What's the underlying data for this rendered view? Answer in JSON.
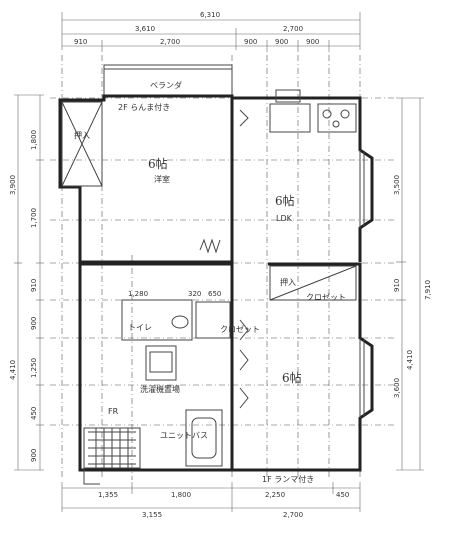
{
  "dimensions": {
    "top_total": "6,310",
    "top_row2": [
      "3,610",
      "2,700"
    ],
    "top_row3": [
      "910",
      "2,700",
      "900",
      "900",
      "900"
    ],
    "left_v": [
      "1,800",
      "3,900",
      "1,700",
      "910",
      "900",
      "4,410",
      "1,250",
      "450",
      "900"
    ],
    "right_v": [
      "3,500",
      "910",
      "7,910",
      "4,410",
      "3,600"
    ],
    "interior": [
      "1,280",
      "320",
      "650"
    ],
    "bottom_row1": [
      "1,355",
      "1,800",
      "2,250",
      "450"
    ],
    "bottom_row2": [
      "3,155",
      "2,700"
    ]
  },
  "labels": {
    "veranda": "ベランダ",
    "second_floor_note": "2F らんま付き",
    "oshiire_top": "押入",
    "room2_size": "6帖",
    "room2_type": "洋室",
    "ldk_size": "6帖",
    "ldk_type": "LDK",
    "oshiire_mid": "押入",
    "closet": "クロゼット",
    "toilet": "トイレ",
    "closet_small": "クロゼット",
    "room1_size": "6帖",
    "washer": "洗濯機置場",
    "unit_bath": "ユニットバス",
    "fr": "FR",
    "first_floor_note": "1F ランマ付き"
  }
}
